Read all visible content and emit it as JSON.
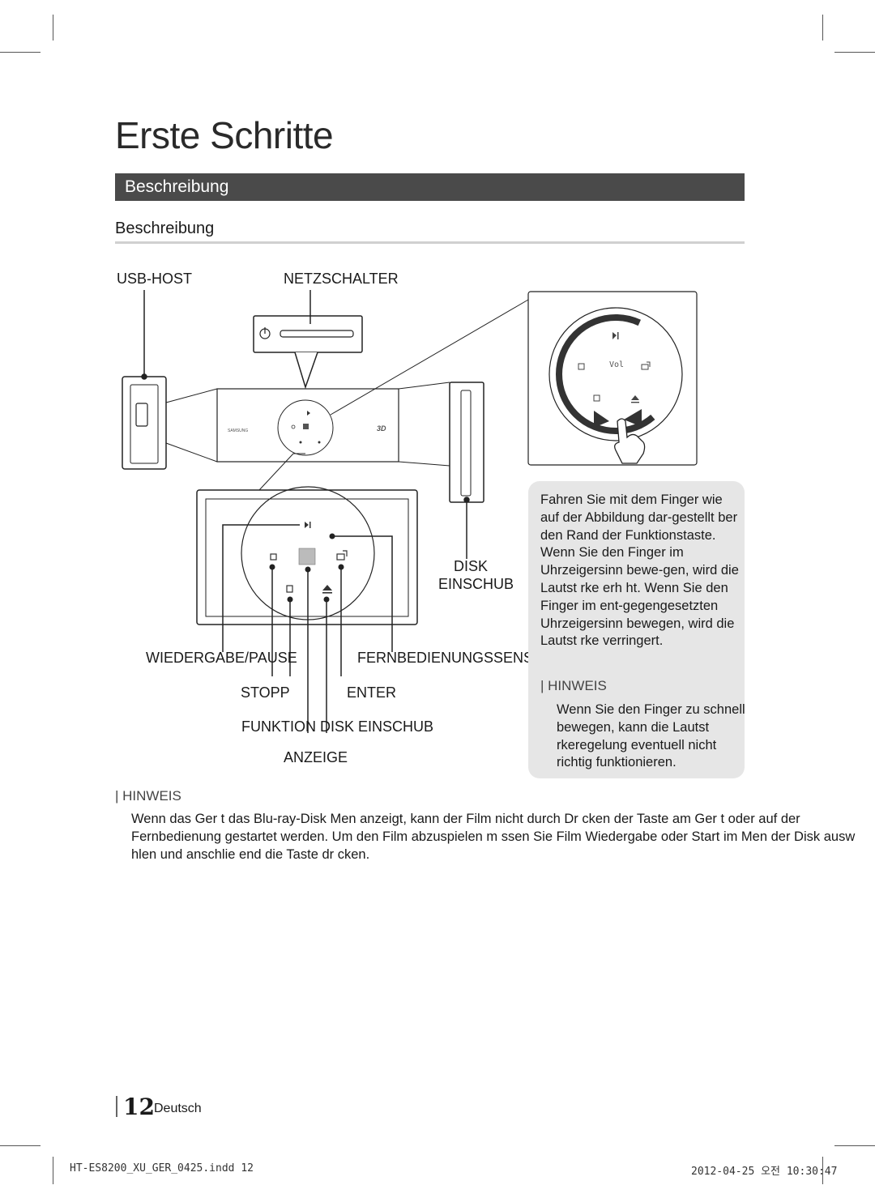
{
  "header": {
    "title": "Erste Schritte",
    "section_bar": "Beschreibung",
    "subheading": "Beschreibung"
  },
  "diagram": {
    "labels": {
      "usb_host": "USB-HOST",
      "power_switch": "NETZSCHALTER",
      "disc_slot_line1": "DISK",
      "disc_slot_line2": "EINSCHUB",
      "play_pause": "WIEDERGABE/PAUSE",
      "remote_sensor": "FERNBEDIENUNGSSENSOR",
      "stop": "STOPP",
      "enter": "ENTER",
      "function_eject": "FUNKTION DISK EINSCHUB",
      "display": "ANZEIGE"
    },
    "device_brand": "SAMSUNG",
    "vol_label": "Vol"
  },
  "side_panel": {
    "text": "Fahren Sie mit dem Finger wie auf der Abbildung dar-gestellt  ber den Rand der Funktionstaste. Wenn Sie den Finger im Uhrzeigersinn bewe-gen, wird die Lautst rke erh ht. Wenn Sie den Finger im ent-gegengesetzten Uhrzeigersinn bewegen, wird die Lautst rke verringert.",
    "note_heading": "| HINWEIS",
    "note_text": "Wenn Sie den Finger zu schnell bewegen, kann die Lautst rkeregelung eventuell nicht richtig funktionieren."
  },
  "note": {
    "heading": "| HINWEIS",
    "text": "Wenn das Ger t das Blu-ray-Disk Men  anzeigt, kann der Film nicht durch Dr cken der Taste am Ger t oder auf der Fernbedienung gestartet werden. Um den Film abzuspielen m ssen Sie Film Wiedergabe oder Start im Men  der Disk ausw hlen und anschlie end die Taste dr cken."
  },
  "footer": {
    "page_number": "12",
    "language": "Deutsch",
    "file_name": "HT-ES8200_XU_GER_0425.indd   12",
    "timestamp": "2012-04-25   오전 10:30:47"
  },
  "colors": {
    "section_bar": "#4a4a4a",
    "side_panel": "#e6e6e6",
    "text": "#1a1a1a"
  }
}
